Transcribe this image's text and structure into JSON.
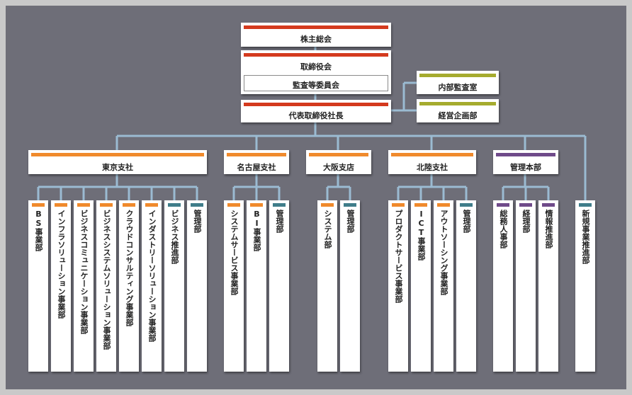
{
  "colors": {
    "red": "#d43a1e",
    "orange": "#f08a2c",
    "olive": "#a5ab2e",
    "purple": "#6f4a8a",
    "teal": "#3f7d8a",
    "line": "#9bbbd2"
  },
  "top": {
    "shareholders": "株主総会",
    "board": "取締役会",
    "audit_committee": "監査等委員会",
    "president": "代表取締役社長",
    "internal_audit": "内部監査室",
    "planning": "経営企画部"
  },
  "groups": [
    {
      "label": "東京支社",
      "departments": [
        "BS事業部",
        "インフラソリューション事業部",
        "ビジネスコミュニケーション事業部",
        "ビジネスシステムソリューション事業部",
        "クラウドコンサルティング事業部",
        "インダストリーソリューション事業部",
        "ビジネス推進部",
        "管理部"
      ]
    },
    {
      "label": "名古屋支社",
      "departments": [
        "システムサービス事業部",
        "BI事業部",
        "管理部"
      ]
    },
    {
      "label": "大阪支店",
      "departments": [
        "システム部",
        "管理部"
      ]
    },
    {
      "label": "北陸支社",
      "departments": [
        "プロダクトサービス事業部",
        "ICT事業部",
        "アウトソーシング事業部",
        "管理部"
      ]
    },
    {
      "label": "管理本部",
      "departments": [
        "総務人事部",
        "経理部",
        "情報推進部"
      ]
    }
  ],
  "standalone": {
    "label": "新規事業推進部"
  }
}
